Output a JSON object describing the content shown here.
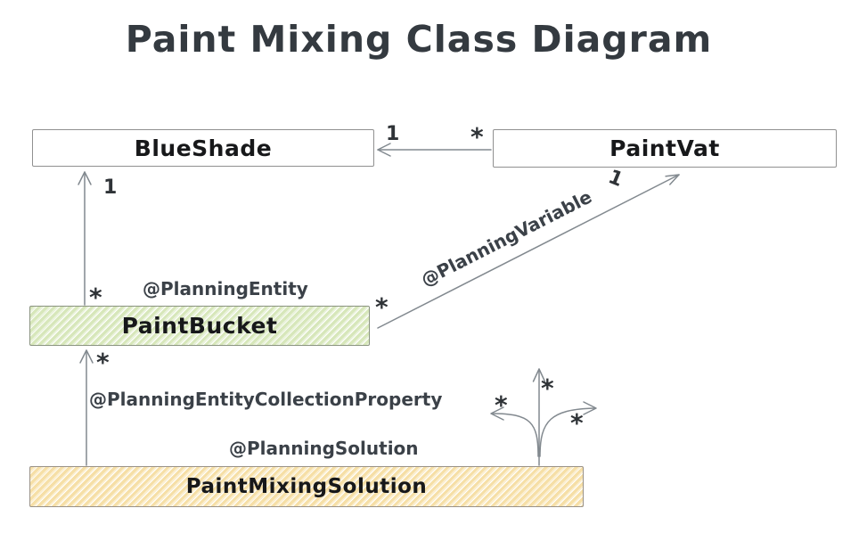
{
  "title": "Paint Mixing Class Diagram",
  "boxes": {
    "blueshade": {
      "label": "BlueShade",
      "fill": "#ffffff"
    },
    "paintvat": {
      "label": "PaintVat",
      "fill": "#ffffff"
    },
    "paintbucket": {
      "label": "PaintBucket",
      "fill": "#dcebc6",
      "annotation": "@PlanningEntity"
    },
    "paintmixingsolution": {
      "label": "PaintMixingSolution",
      "fill": "#f6e0ab",
      "annotation": "@PlanningSolution"
    }
  },
  "relations": [
    {
      "source": "PaintVat",
      "target": "BlueShade",
      "source_multiplicity": "*",
      "target_multiplicity": "1"
    },
    {
      "source": "PaintBucket",
      "target": "BlueShade",
      "source_multiplicity": "*",
      "target_multiplicity": "1"
    },
    {
      "source": "PaintBucket",
      "target": "PaintVat",
      "label": "@PlanningVariable",
      "source_multiplicity": "*",
      "target_multiplicity": "1"
    },
    {
      "source": "PaintMixingSolution",
      "target": "PaintBucket",
      "label": "@PlanningEntityCollectionProperty",
      "target_multiplicity": "*"
    },
    {
      "source": "PaintMixingSolution",
      "type": "fan-out",
      "branch_multiplicities": [
        "*",
        "*",
        "*"
      ]
    }
  ],
  "colors": {
    "text": "#343a40",
    "arrow": "#82898f",
    "box_border": "#909090",
    "green_fill": "#dcebc6",
    "orange_fill": "#f6e0ab"
  }
}
